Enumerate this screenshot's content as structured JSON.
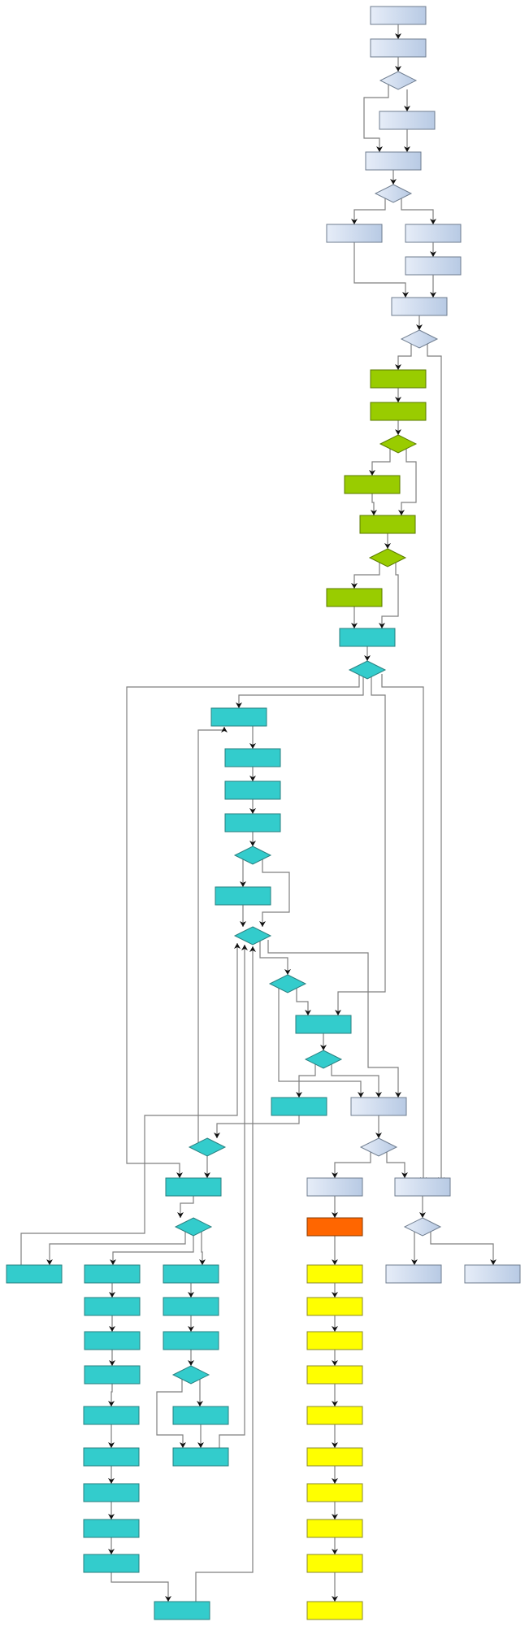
{
  "diagram": {
    "title": "",
    "type": "flowchart",
    "colors": {
      "blue_start": "#e6edf8",
      "blue_end": "#b8cae4",
      "green": "#99cc00",
      "teal": "#33cccc",
      "orange": "#ff6600",
      "yellow": "#ffff00",
      "edge": "#7f7f7f",
      "arrow": "#111111"
    },
    "nodes": [
      {
        "id": "b1",
        "shape": "process",
        "style": "blue",
        "label": ""
      },
      {
        "id": "b2",
        "shape": "process",
        "style": "blue",
        "label": ""
      },
      {
        "id": "bd1",
        "shape": "decision",
        "style": "blue",
        "label": ""
      },
      {
        "id": "b3",
        "shape": "process",
        "style": "blue",
        "label": ""
      },
      {
        "id": "b4",
        "shape": "process",
        "style": "blue",
        "label": ""
      },
      {
        "id": "bd2",
        "shape": "decision",
        "style": "blue",
        "label": ""
      },
      {
        "id": "b5",
        "shape": "process",
        "style": "blue",
        "label": ""
      },
      {
        "id": "b6",
        "shape": "process",
        "style": "blue",
        "label": ""
      },
      {
        "id": "b7",
        "shape": "process",
        "style": "blue",
        "label": ""
      },
      {
        "id": "b8",
        "shape": "process",
        "style": "blue",
        "label": ""
      },
      {
        "id": "bd3",
        "shape": "decision",
        "style": "blue",
        "label": ""
      },
      {
        "id": "g1",
        "shape": "process",
        "style": "green",
        "label": ""
      },
      {
        "id": "g2",
        "shape": "process",
        "style": "green",
        "label": ""
      },
      {
        "id": "gd1",
        "shape": "decision",
        "style": "green",
        "label": ""
      },
      {
        "id": "g3",
        "shape": "process",
        "style": "green",
        "label": ""
      },
      {
        "id": "g4",
        "shape": "process",
        "style": "green",
        "label": ""
      },
      {
        "id": "gd2",
        "shape": "decision",
        "style": "green",
        "label": ""
      },
      {
        "id": "g5",
        "shape": "process",
        "style": "green",
        "label": ""
      },
      {
        "id": "t1",
        "shape": "process",
        "style": "teal",
        "label": ""
      },
      {
        "id": "td1",
        "shape": "decision",
        "style": "teal",
        "label": ""
      },
      {
        "id": "t2",
        "shape": "process",
        "style": "teal",
        "label": ""
      },
      {
        "id": "t3",
        "shape": "process",
        "style": "teal",
        "label": ""
      },
      {
        "id": "t4",
        "shape": "process",
        "style": "teal",
        "label": ""
      },
      {
        "id": "t5",
        "shape": "process",
        "style": "teal",
        "label": ""
      },
      {
        "id": "td2",
        "shape": "decision",
        "style": "teal",
        "label": ""
      },
      {
        "id": "t6",
        "shape": "process",
        "style": "teal",
        "label": ""
      },
      {
        "id": "td3",
        "shape": "decision",
        "style": "teal",
        "label": ""
      },
      {
        "id": "td4",
        "shape": "decision",
        "style": "teal",
        "label": ""
      },
      {
        "id": "t7",
        "shape": "process",
        "style": "teal",
        "label": ""
      },
      {
        "id": "td5",
        "shape": "decision",
        "style": "teal",
        "label": ""
      },
      {
        "id": "t8",
        "shape": "process",
        "style": "teal",
        "label": ""
      },
      {
        "id": "b9",
        "shape": "process",
        "style": "blue",
        "label": ""
      },
      {
        "id": "td6",
        "shape": "decision",
        "style": "teal",
        "label": ""
      },
      {
        "id": "bd4",
        "shape": "decision",
        "style": "blue",
        "label": ""
      },
      {
        "id": "t9",
        "shape": "process",
        "style": "teal",
        "label": ""
      },
      {
        "id": "b10",
        "shape": "process",
        "style": "blue",
        "label": ""
      },
      {
        "id": "b11",
        "shape": "process",
        "style": "blue",
        "label": ""
      },
      {
        "id": "td7",
        "shape": "decision",
        "style": "teal",
        "label": ""
      },
      {
        "id": "o1",
        "shape": "process",
        "style": "orange",
        "label": ""
      },
      {
        "id": "bd5",
        "shape": "decision",
        "style": "blue",
        "label": ""
      },
      {
        "id": "t10",
        "shape": "process",
        "style": "teal",
        "label": ""
      },
      {
        "id": "t11",
        "shape": "process",
        "style": "teal",
        "label": ""
      },
      {
        "id": "t12",
        "shape": "process",
        "style": "teal",
        "label": ""
      },
      {
        "id": "y1",
        "shape": "process",
        "style": "yellow",
        "label": ""
      },
      {
        "id": "b12",
        "shape": "process",
        "style": "blue",
        "label": ""
      },
      {
        "id": "b13",
        "shape": "process",
        "style": "blue",
        "label": ""
      },
      {
        "id": "t13",
        "shape": "process",
        "style": "teal",
        "label": ""
      },
      {
        "id": "t14",
        "shape": "process",
        "style": "teal",
        "label": ""
      },
      {
        "id": "y2",
        "shape": "process",
        "style": "yellow",
        "label": ""
      },
      {
        "id": "t15",
        "shape": "process",
        "style": "teal",
        "label": ""
      },
      {
        "id": "t16",
        "shape": "process",
        "style": "teal",
        "label": ""
      },
      {
        "id": "y3",
        "shape": "process",
        "style": "yellow",
        "label": ""
      },
      {
        "id": "t17",
        "shape": "process",
        "style": "teal",
        "label": ""
      },
      {
        "id": "td8",
        "shape": "decision",
        "style": "teal",
        "label": ""
      },
      {
        "id": "y4",
        "shape": "process",
        "style": "yellow",
        "label": ""
      },
      {
        "id": "t18",
        "shape": "process",
        "style": "teal",
        "label": ""
      },
      {
        "id": "t19",
        "shape": "process",
        "style": "teal",
        "label": ""
      },
      {
        "id": "y5",
        "shape": "process",
        "style": "yellow",
        "label": ""
      },
      {
        "id": "t20",
        "shape": "process",
        "style": "teal",
        "label": ""
      },
      {
        "id": "t21",
        "shape": "process",
        "style": "teal",
        "label": ""
      },
      {
        "id": "y6",
        "shape": "process",
        "style": "yellow",
        "label": ""
      },
      {
        "id": "t22",
        "shape": "process",
        "style": "teal",
        "label": ""
      },
      {
        "id": "y7",
        "shape": "process",
        "style": "yellow",
        "label": ""
      },
      {
        "id": "t23",
        "shape": "process",
        "style": "teal",
        "label": ""
      },
      {
        "id": "y8",
        "shape": "process",
        "style": "yellow",
        "label": ""
      },
      {
        "id": "t24",
        "shape": "process",
        "style": "teal",
        "label": ""
      },
      {
        "id": "y9",
        "shape": "process",
        "style": "yellow",
        "label": ""
      },
      {
        "id": "t25",
        "shape": "process",
        "style": "teal",
        "label": ""
      },
      {
        "id": "y10",
        "shape": "process",
        "style": "yellow",
        "label": ""
      }
    ]
  }
}
